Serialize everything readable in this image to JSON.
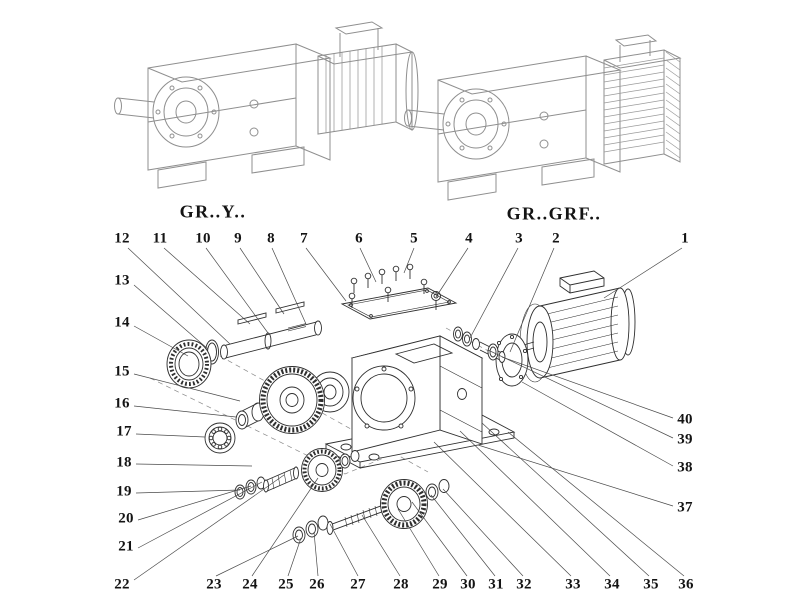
{
  "header": {
    "left_model_label": "GR..Y..",
    "right_model_label": "GR..GRF.."
  },
  "exploded_view": {
    "callouts_top": [
      "12",
      "11",
      "10",
      "9",
      "8",
      "7",
      "6",
      "5",
      "4",
      "3",
      "2",
      "1"
    ],
    "callouts_left": [
      "13",
      "14",
      "15",
      "16",
      "17",
      "18",
      "19",
      "20",
      "21",
      "22"
    ],
    "callouts_bottom": [
      "23",
      "24",
      "25",
      "26",
      "27",
      "28",
      "29",
      "30",
      "31",
      "32",
      "33",
      "34",
      "35",
      "36"
    ],
    "callouts_right": [
      "40",
      "39",
      "38",
      "37"
    ]
  },
  "style": {
    "drawing_line_color": "#2f2f2f",
    "light_drawing_line_color": "#8f8f8f",
    "leader_line_color": "#4a4a4a",
    "text_color": "#141414",
    "background": "#ffffff"
  }
}
